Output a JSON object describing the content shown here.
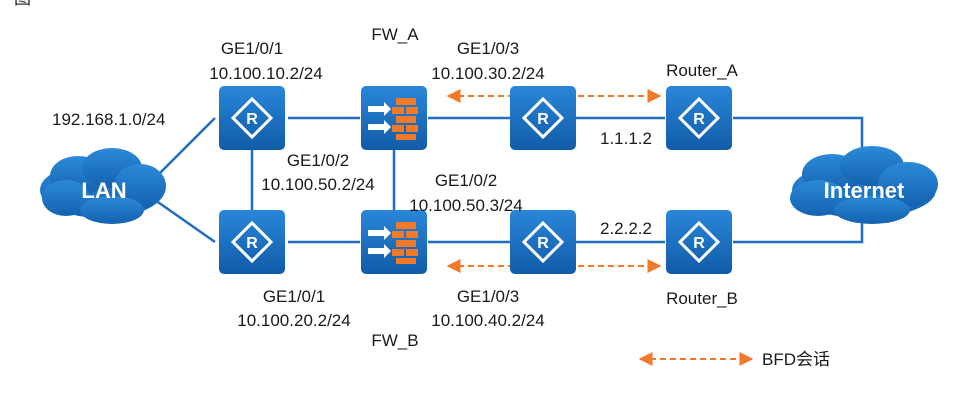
{
  "colors": {
    "link": "#1f6fbd",
    "device": "#1a73c8",
    "device_dark": "#0e4f98",
    "cloud": "#1b76c4",
    "firewall_brick": "#f07a2a",
    "bfd": "#f07a2a"
  },
  "header_fragment": "图",
  "labels": {
    "fw_a": "FW_A",
    "fw_b": "FW_B",
    "router_a": "Router_A",
    "router_b": "Router_B",
    "lan_subnet": "192.168.1.0/24",
    "top_left_if": "GE1/0/1",
    "top_left_ip": "10.100.10.2/24",
    "top_mid_if": "GE1/0/3",
    "top_mid_ip": "10.100.30.2/24",
    "left_mid_if": "GE1/0/2",
    "left_mid_ip": "10.100.50.2/24",
    "right_mid_if": "GE1/0/2",
    "right_mid_ip": "10.100.50.3/24",
    "bottom_left_if": "GE1/0/1",
    "bottom_left_ip": "10.100.20.2/24",
    "bottom_mid_if": "GE1/0/3",
    "bottom_mid_ip": "10.100.40.2/24",
    "router_a_ip": "1.1.1.2",
    "router_b_ip": "2.2.2.2"
  },
  "clouds": {
    "lan": "LAN",
    "internet": "Internet"
  },
  "legend": {
    "bfd_label": "BFD会话"
  },
  "icons": {
    "router": "router-icon",
    "firewall": "firewall-icon",
    "cloud": "cloud-icon"
  }
}
